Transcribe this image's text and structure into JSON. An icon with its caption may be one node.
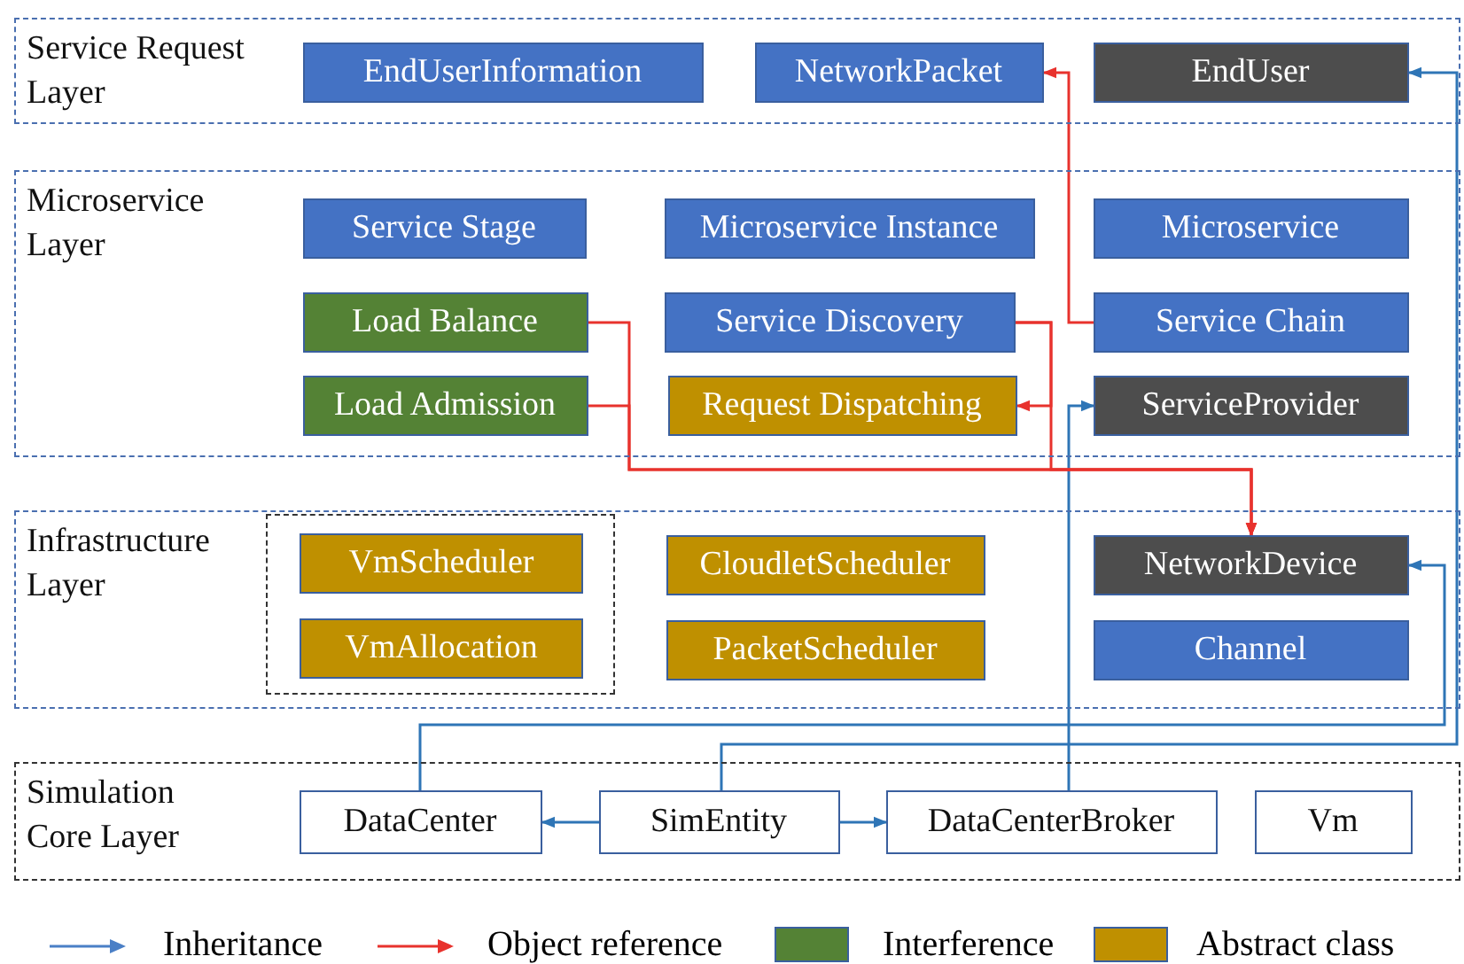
{
  "diagram": {
    "nodes": [
      {
        "text": [
          "Service Request Layer"
        ]
      },
      {
        "text": [
          "EndUserInformation"
        ],
        "in": 0
      },
      {
        "text": [
          "NetworkPacket"
        ],
        "in": 0
      },
      {
        "text": [
          "EndUser"
        ],
        "in": 0
      },
      {
        "text": [
          "Microservice Layer"
        ]
      },
      {
        "text": [
          "Service Stage"
        ],
        "in": 4
      },
      {
        "text": [
          "Microservice Instance"
        ],
        "in": 4
      },
      {
        "text": [
          "Microservice"
        ],
        "in": 4
      },
      {
        "text": [
          "Load Balance"
        ],
        "in": 4
      },
      {
        "text": [
          "Service Discovery"
        ],
        "in": 4
      },
      {
        "text": [
          "Service Chain"
        ],
        "in": 4
      },
      {
        "text": [
          "Load Admission"
        ],
        "in": 4
      },
      {
        "text": [
          "Request Dispatching"
        ],
        "in": 4
      },
      {
        "text": [
          "ServiceProvider"
        ],
        "in": 4
      },
      {
        "text": [
          "Infrastructure Layer"
        ]
      },
      {
        "text": [],
        "shape": "box",
        "in": 14
      },
      {
        "text": [
          "VmScheduler"
        ],
        "in": 15
      },
      {
        "text": [
          "CloudletScheduler"
        ],
        "in": 14
      },
      {
        "text": [
          "NetworkDevice"
        ],
        "in": 14
      },
      {
        "text": [
          "VmAllocation"
        ],
        "in": 15
      },
      {
        "text": [
          "PacketScheduler"
        ],
        "in": 14
      },
      {
        "text": [
          "Channel"
        ],
        "in": 14
      },
      {
        "text": [
          "Simulation Core Layer"
        ]
      },
      {
        "text": [
          "DataCenter"
        ],
        "in": 22
      },
      {
        "text": [
          "SimEntity"
        ],
        "in": 22
      },
      {
        "text": [
          "DataCenterBroker"
        ],
        "in": 22
      },
      {
        "text": [
          "Vm"
        ],
        "in": 22
      }
    ],
    "edges": [
      {
        "from": 24,
        "to": 23,
        "arrow": "to"
      },
      {
        "from": 24,
        "to": 25,
        "arrow": "to"
      },
      {
        "from": 23,
        "to": 18,
        "arrow": "to"
      },
      {
        "from": 24,
        "to": 3,
        "arrow": "to"
      },
      {
        "from": 25,
        "to": 13,
        "arrow": "to"
      },
      {
        "from": 10,
        "to": 2,
        "arrow": "to",
        "color": "#e8322d"
      },
      {
        "from": 9,
        "to": 12,
        "arrow": "to",
        "color": "#e8322d"
      },
      {
        "from": 9,
        "to": 18,
        "arrow": "to",
        "color": "#e8322d"
      },
      {
        "from": 8,
        "to": 18,
        "arrow": "to",
        "color": "#e8322d"
      },
      {
        "from": 11,
        "to": 18,
        "arrow": "to",
        "color": "#e8322d"
      }
    ],
    "legend": [
      {
        "text": "Inheritance"
      },
      {
        "text": "Object reference"
      },
      {
        "text": "Interference",
        "color": "#548235"
      },
      {
        "text": "Abstract class",
        "color": "#bf9000"
      }
    ]
  }
}
